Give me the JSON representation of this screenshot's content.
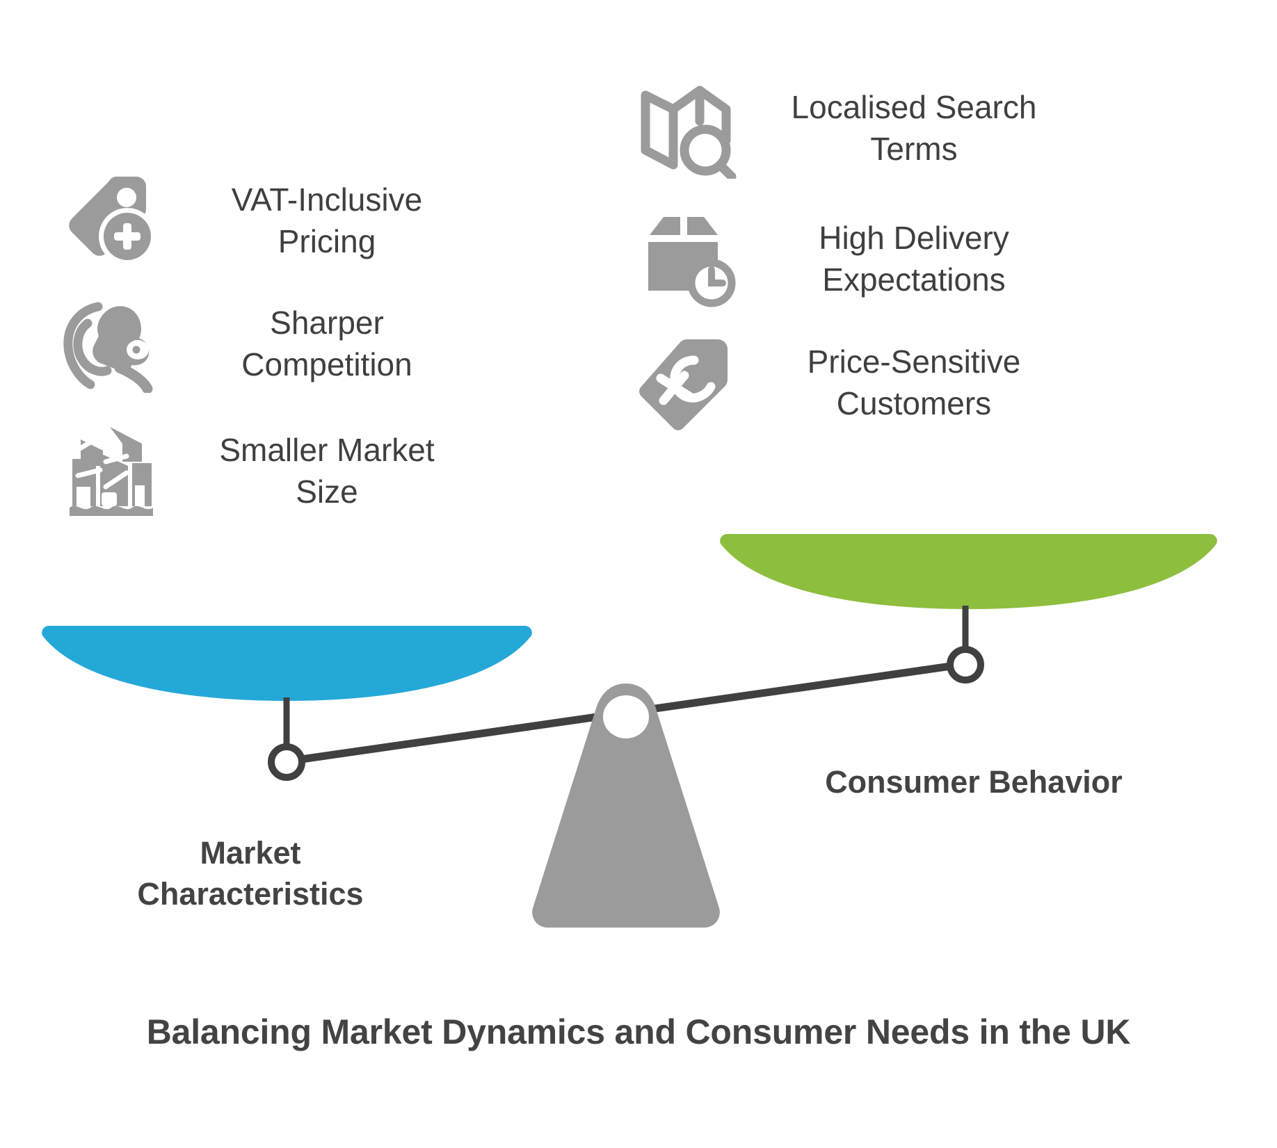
{
  "figure": {
    "title": "Balancing Market Dynamics and Consumer Needs in the UK",
    "colors": {
      "left_pan": "#24A8D8",
      "right_pan": "#8DBE3D",
      "icon_gray": "#9B9B9B",
      "fulcrum_gray": "#9B9B9B",
      "beam_dark": "#404040",
      "text_dark": "#3f3f3f",
      "heading_dark": "#434343",
      "background": "#FFFFFF"
    }
  },
  "left_side": {
    "caption": "Market\nCharacteristics",
    "pan_color": "#24A8D8",
    "features": [
      {
        "icon": "price-tag-plus-icon",
        "label": "VAT-Inclusive\nPricing"
      },
      {
        "icon": "lion-competition-icon",
        "label": "Sharper\nCompetition"
      },
      {
        "icon": "city-waterfront-icon",
        "label": "Smaller Market\nSize"
      }
    ]
  },
  "right_side": {
    "caption": "Consumer Behavior",
    "pan_color": "#8DBE3D",
    "features": [
      {
        "icon": "map-search-icon",
        "label": "Localised Search\nTerms"
      },
      {
        "icon": "package-clock-icon",
        "label": "High Delivery\nExpectations"
      },
      {
        "icon": "pound-price-tag-icon",
        "label": "Price-Sensitive\nCustomers"
      }
    ]
  },
  "chart_data": {
    "type": "diagram",
    "subtype": "balance-scale",
    "title": "Balancing Market Dynamics and Consumer Needs in the UK",
    "tilt": "right side heavier / lower-left raised",
    "pans": [
      {
        "name": "Market Characteristics",
        "side": "left",
        "color": "#24A8D8",
        "height_position": "lower",
        "items": [
          "VAT-Inclusive Pricing",
          "Sharper Competition",
          "Smaller Market Size"
        ]
      },
      {
        "name": "Consumer Behavior",
        "side": "right",
        "color": "#8DBE3D",
        "height_position": "higher",
        "items": [
          "Localised Search Terms",
          "High Delivery Expectations",
          "Price-Sensitive Customers"
        ]
      }
    ]
  }
}
